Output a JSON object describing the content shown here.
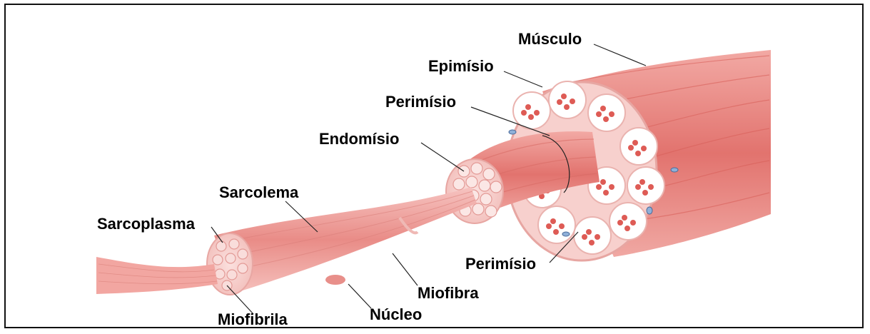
{
  "labels": {
    "musculo": "Músculo",
    "epimisio": "Epimísio",
    "perimisio_top": "Perimísio",
    "endomisio": "Endomísio",
    "sarcolema": "Sarcolema",
    "sarcoplasma": "Sarcoplasma",
    "perimisio_bottom": "Perimísio",
    "miofibra": "Miofibra",
    "miofibrila": "Miofibrila",
    "nucleo": "Núcleo"
  }
}
